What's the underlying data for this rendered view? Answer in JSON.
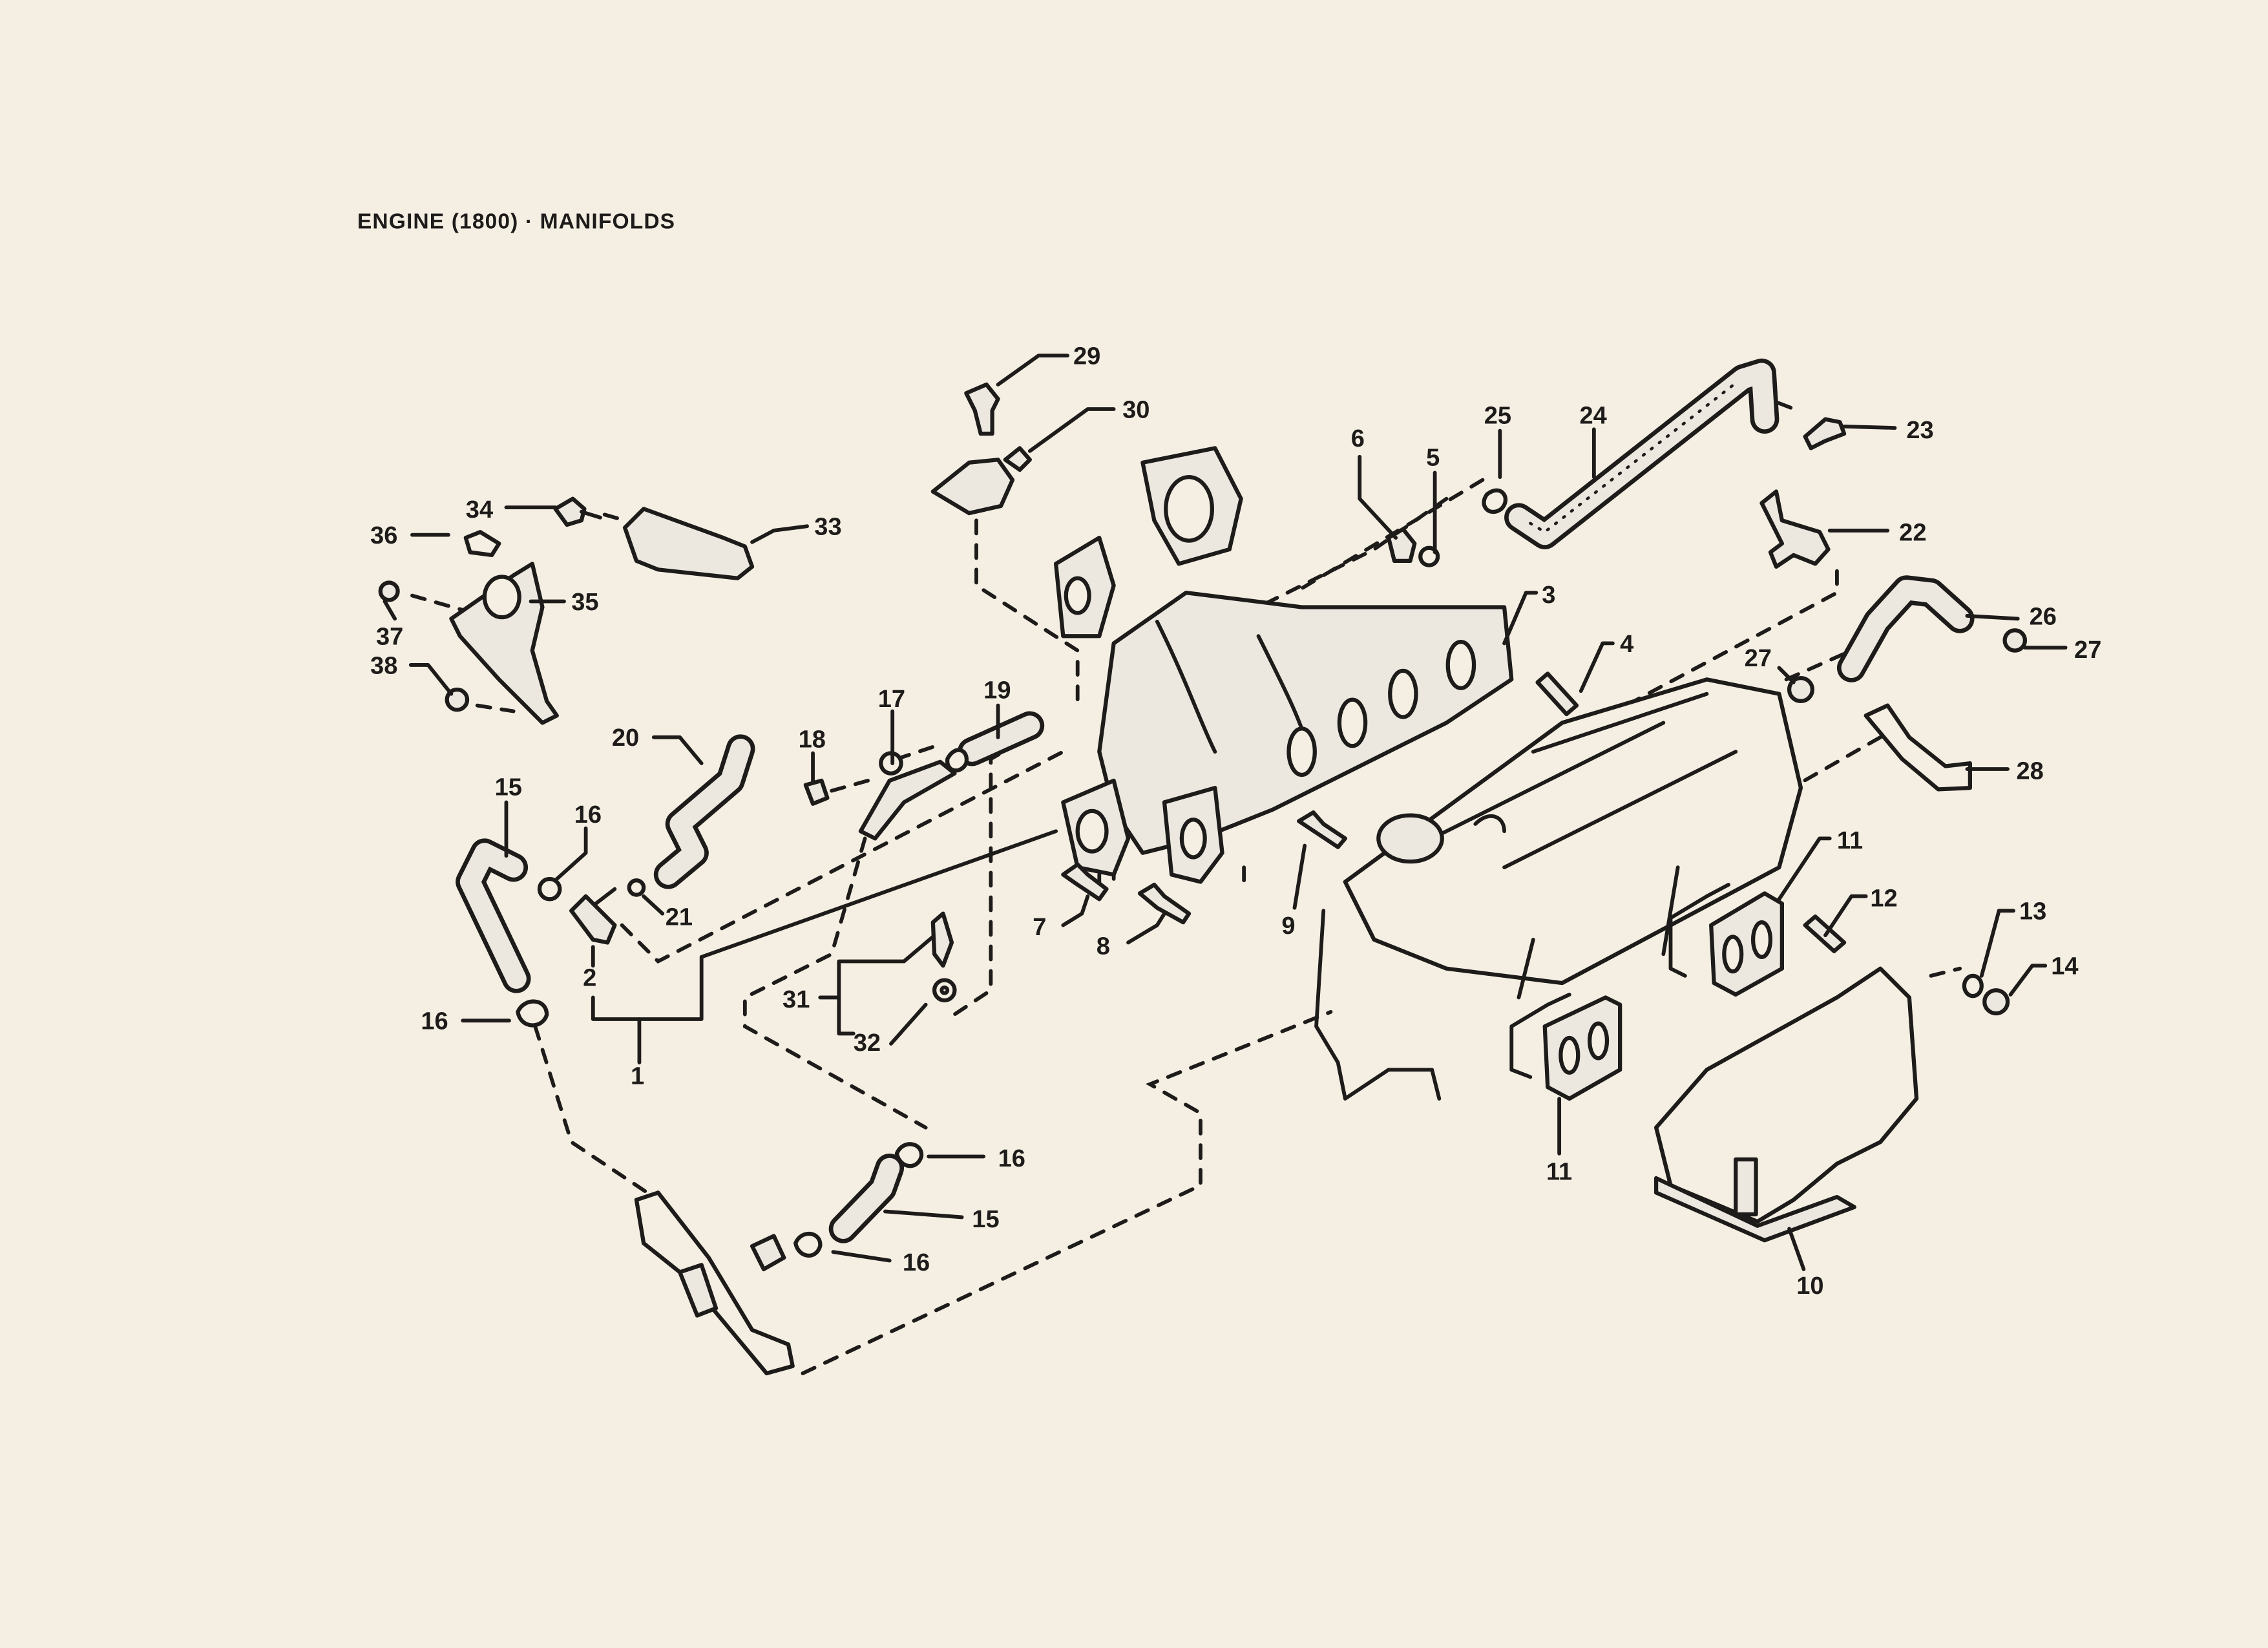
{
  "title": "ENGINE (1800) · MANIFOLDS",
  "colors": {
    "paper": "#f5efe3",
    "ink": "#1e1c1a",
    "part_fill": "#ece8e0"
  },
  "callouts": [
    {
      "id": "c1",
      "number": "1"
    },
    {
      "id": "c2",
      "number": "2"
    },
    {
      "id": "c3",
      "number": "3"
    },
    {
      "id": "c4",
      "number": "4"
    },
    {
      "id": "c5",
      "number": "5"
    },
    {
      "id": "c6",
      "number": "6"
    },
    {
      "id": "c7",
      "number": "7"
    },
    {
      "id": "c8",
      "number": "8"
    },
    {
      "id": "c9",
      "number": "9"
    },
    {
      "id": "c10",
      "number": "10"
    },
    {
      "id": "c11a",
      "number": "11"
    },
    {
      "id": "c11b",
      "number": "11"
    },
    {
      "id": "c12",
      "number": "12"
    },
    {
      "id": "c13",
      "number": "13"
    },
    {
      "id": "c14",
      "number": "14"
    },
    {
      "id": "c15a",
      "number": "15"
    },
    {
      "id": "c15b",
      "number": "15"
    },
    {
      "id": "c16a",
      "number": "16"
    },
    {
      "id": "c16b",
      "number": "16"
    },
    {
      "id": "c16c",
      "number": "16"
    },
    {
      "id": "c16d",
      "number": "16"
    },
    {
      "id": "c17",
      "number": "17"
    },
    {
      "id": "c18",
      "number": "18"
    },
    {
      "id": "c19",
      "number": "19"
    },
    {
      "id": "c20",
      "number": "20"
    },
    {
      "id": "c21",
      "number": "21"
    },
    {
      "id": "c22",
      "number": "22"
    },
    {
      "id": "c23",
      "number": "23"
    },
    {
      "id": "c24",
      "number": "24"
    },
    {
      "id": "c25",
      "number": "25"
    },
    {
      "id": "c26",
      "number": "26"
    },
    {
      "id": "c27a",
      "number": "27"
    },
    {
      "id": "c27b",
      "number": "27"
    },
    {
      "id": "c28",
      "number": "28"
    },
    {
      "id": "c29",
      "number": "29"
    },
    {
      "id": "c30",
      "number": "30"
    },
    {
      "id": "c31",
      "number": "31"
    },
    {
      "id": "c32",
      "number": "32"
    },
    {
      "id": "c33",
      "number": "33"
    },
    {
      "id": "c34",
      "number": "34"
    },
    {
      "id": "c35",
      "number": "35"
    },
    {
      "id": "c36",
      "number": "36"
    },
    {
      "id": "c37",
      "number": "37"
    },
    {
      "id": "c38",
      "number": "38"
    }
  ]
}
